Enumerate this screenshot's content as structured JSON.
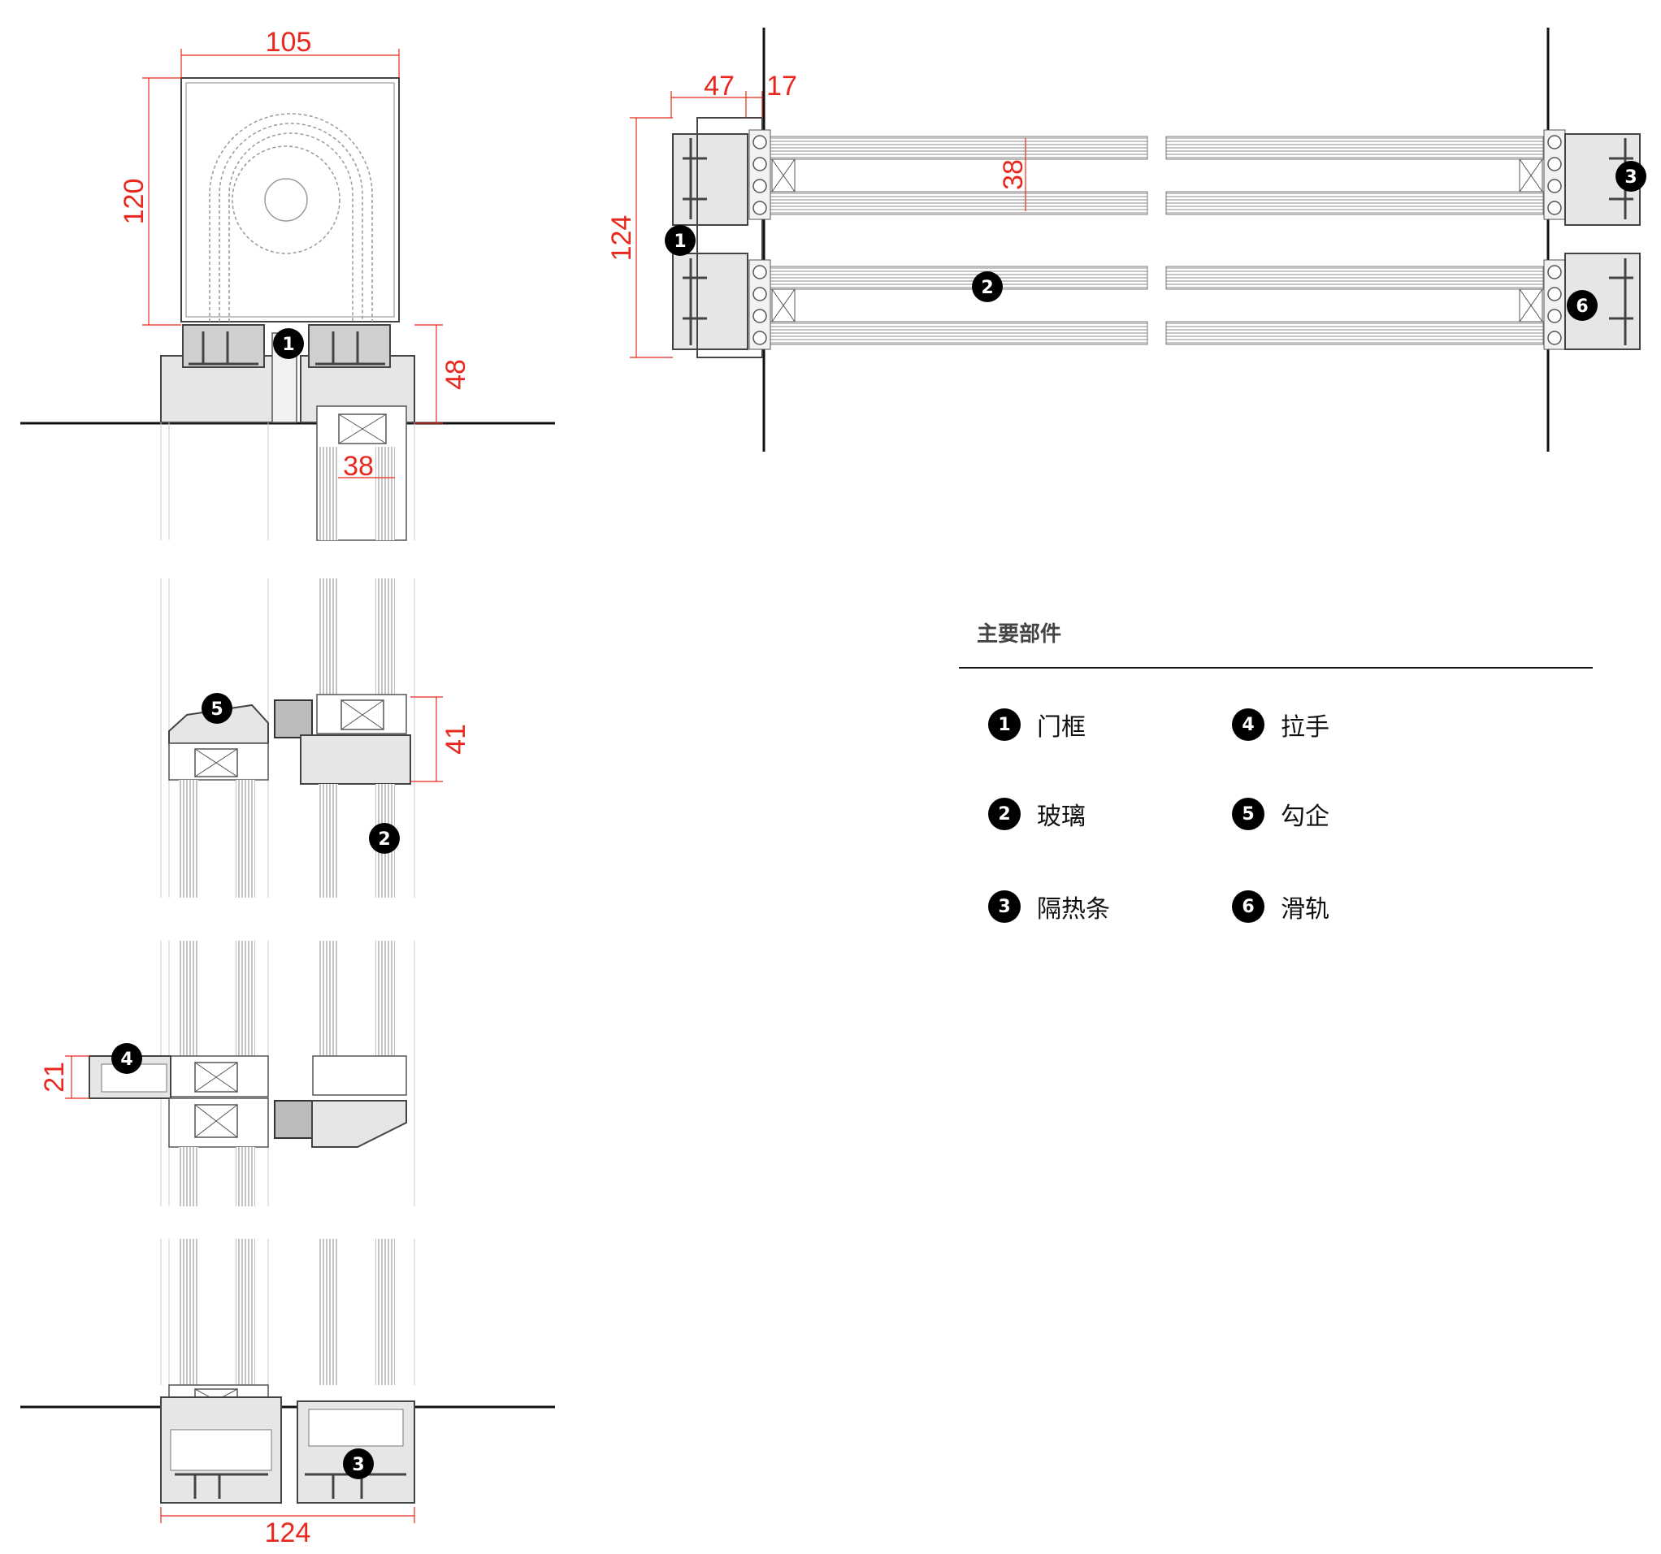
{
  "dimensions": {
    "top_width": "105",
    "top_height": "120",
    "frame_height": "48",
    "sash_glass": "38",
    "interlock": "41",
    "handle": "21",
    "bottom_width": "124",
    "plan_width": "124",
    "plan_47": "47",
    "plan_17": "17",
    "plan_glass": "38"
  },
  "legend": {
    "title": "主要部件",
    "items": [
      {
        "num": "1",
        "label": "门框"
      },
      {
        "num": "2",
        "label": "玻璃"
      },
      {
        "num": "3",
        "label": "隔热条"
      },
      {
        "num": "4",
        "label": "拉手"
      },
      {
        "num": "5",
        "label": "勾企"
      },
      {
        "num": "6",
        "label": "滑轨"
      }
    ]
  },
  "colors": {
    "dimension": "#e8281e",
    "line": "#555555",
    "profile_fill": "#dcdcdc"
  }
}
